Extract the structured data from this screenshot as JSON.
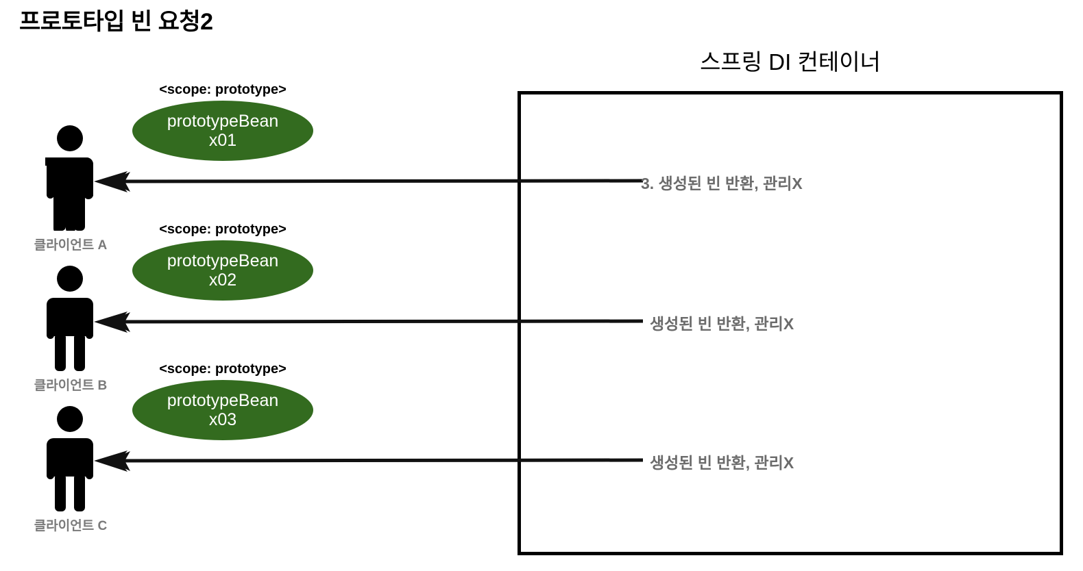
{
  "page": {
    "title": "프로토타입 빈 요청2",
    "background": "#ffffff"
  },
  "colors": {
    "bean_fill": "#336b1f",
    "bean_text": "#ffffff",
    "client_label": "#7a7a7a",
    "arrow_label": "#6b6b6b",
    "stroke": "#000000"
  },
  "container": {
    "title": "스프링 DI 컨테이너",
    "border_color": "#000000"
  },
  "clients": [
    {
      "id": "a",
      "label": "클라이언트 A",
      "icon": "person-icon"
    },
    {
      "id": "b",
      "label": "클라이언트 B",
      "icon": "person-icon"
    },
    {
      "id": "c",
      "label": "클라이언트 C",
      "icon": "person-icon"
    }
  ],
  "beans": [
    {
      "scope": "<scope: prototype>",
      "name": "prototypeBean",
      "instance": "x01"
    },
    {
      "scope": "<scope: prototype>",
      "name": "prototypeBean",
      "instance": "x02"
    },
    {
      "scope": "<scope: prototype>",
      "name": "prototypeBean",
      "instance": "x03"
    }
  ],
  "arrows": [
    {
      "label": "3. 생성된 빈 반환, 관리X",
      "direction": "right-to-left",
      "icon": "arrow-left-icon"
    },
    {
      "label": "생성된 빈 반환, 관리X",
      "direction": "right-to-left",
      "icon": "arrow-left-icon"
    },
    {
      "label": "생성된 빈 반환, 관리X",
      "direction": "right-to-left",
      "icon": "arrow-left-icon"
    }
  ]
}
